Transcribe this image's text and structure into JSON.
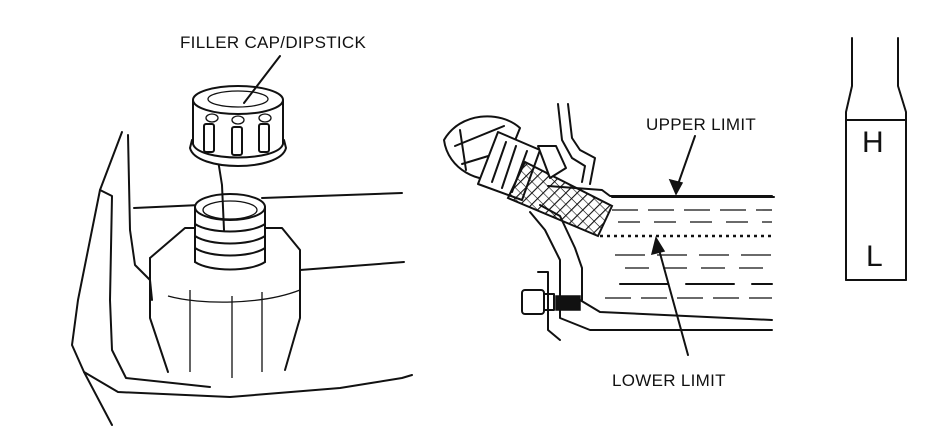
{
  "labels": {
    "filler_cap": "FILLER CAP/DIPSTICK",
    "upper_limit": "UPPER LIMIT",
    "lower_limit": "LOWER LIMIT",
    "high_mark": "H",
    "low_mark": "L"
  }
}
